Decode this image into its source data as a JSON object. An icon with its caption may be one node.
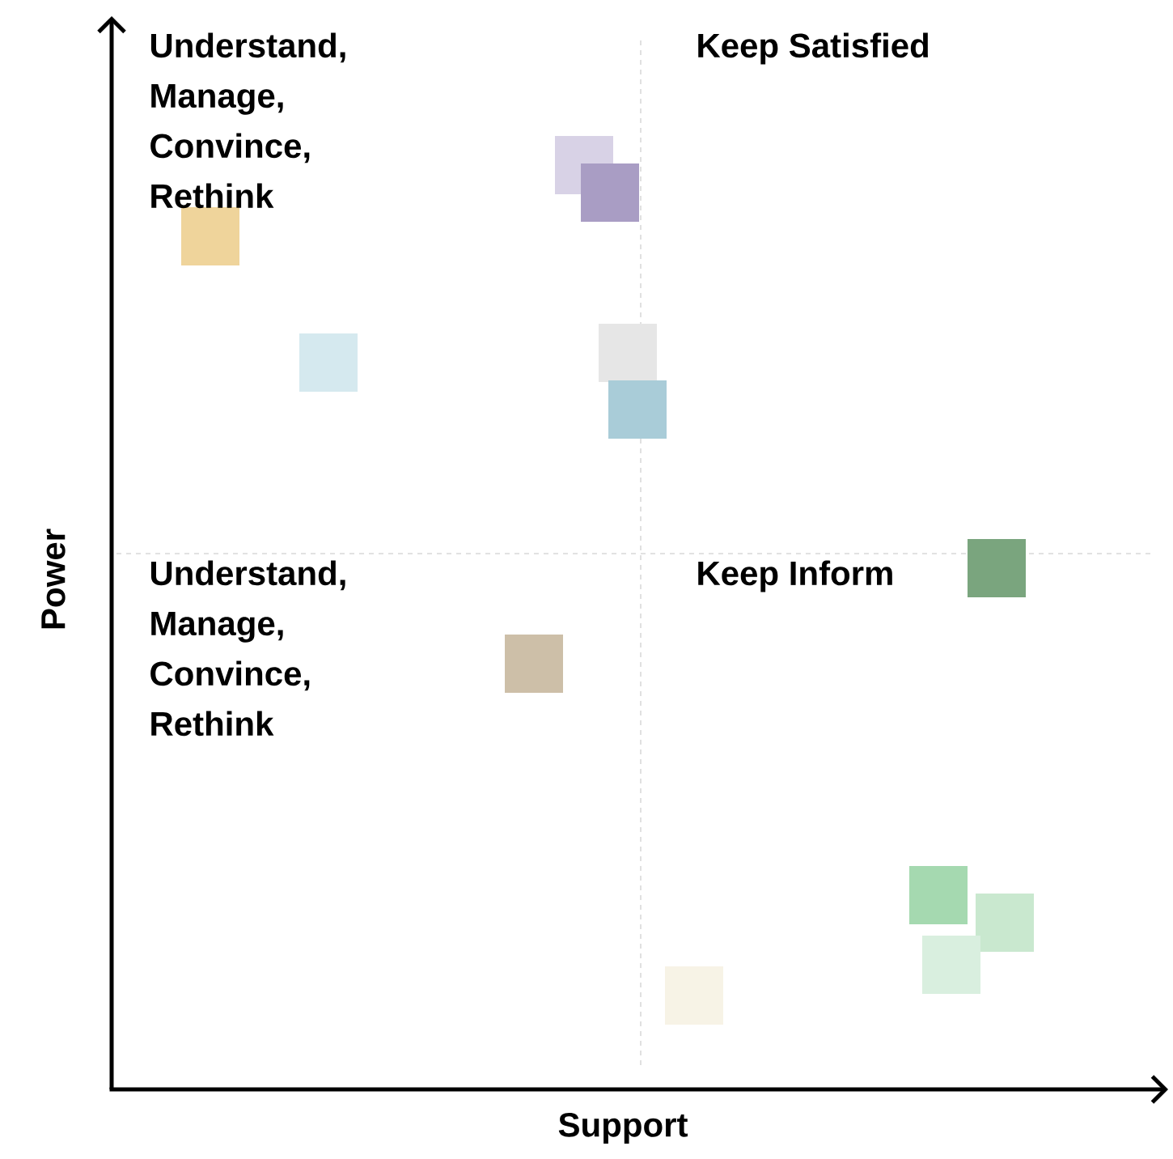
{
  "diagram": {
    "labels": [
      "Understand, Manage, Convince, Rethink",
      "Keep Satisfied",
      "Understand, Manage, Convince, Rethink",
      "Keep Inform",
      "Power",
      "Support"
    ]
  }
}
